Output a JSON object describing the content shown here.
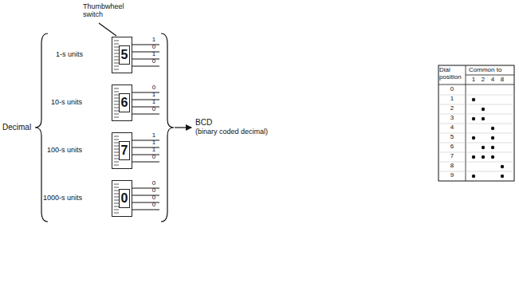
{
  "diagram": {
    "nodes": [
      {
        "text": [
          "5"
        ]
      },
      {
        "text": [
          "6"
        ]
      },
      {
        "text": [
          "7"
        ]
      },
      {
        "text": [
          "0"
        ]
      }
    ],
    "labels": [
      "Thumbwheel switch",
      "1-s units",
      "10-s units",
      "100-s units",
      "1000-s units",
      "Decimal",
      "BCD",
      "(binary coded decimal)",
      "1",
      "0",
      "1",
      "0",
      "0",
      "1",
      "1",
      "0",
      "1",
      "1",
      "1",
      "0",
      "0",
      "0",
      "0",
      "0",
      "Dial position",
      "Common to",
      "1",
      "2",
      "4",
      "8",
      "0",
      "1",
      "2",
      "3",
      "4",
      "5",
      "6",
      "7",
      "8",
      "9"
    ]
  }
}
